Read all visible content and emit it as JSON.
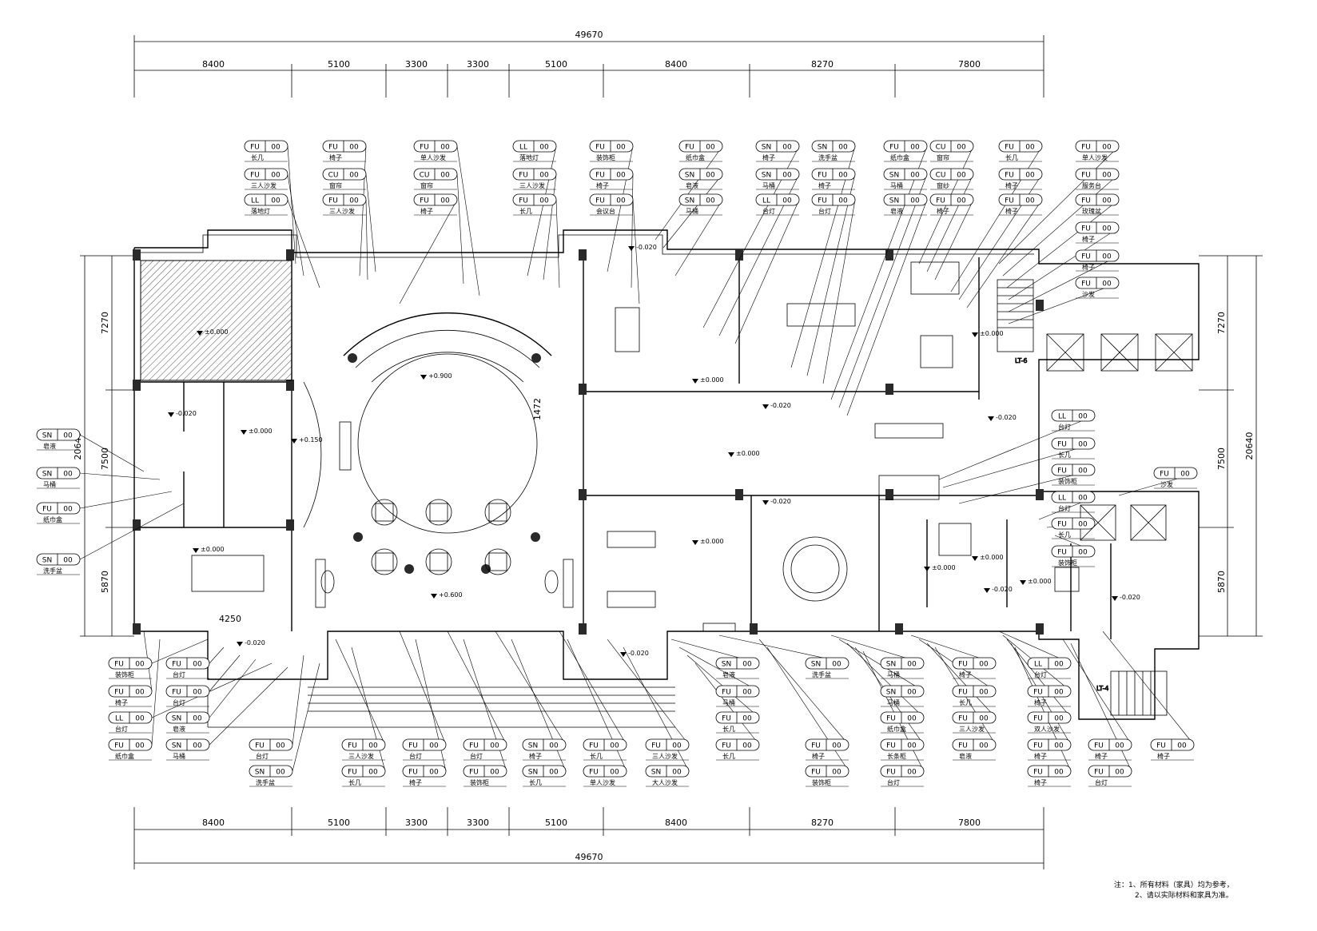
{
  "dimensions": {
    "total": "49670",
    "top_segments": [
      "8400",
      "5100",
      "3300",
      "3300",
      "5100",
      "8400",
      "8270",
      "7800"
    ],
    "bottom_segments": [
      "8400",
      "5100",
      "3300",
      "3300",
      "5100",
      "8400",
      "8270",
      "7800"
    ],
    "left_total": "20640",
    "left_segments": [
      "7270",
      "7500",
      "5870"
    ],
    "right_total": "20640",
    "right_segments": [
      "7270",
      "7500",
      "5870"
    ],
    "inner_1472": "1472",
    "inner_4250": "4250"
  },
  "levels": {
    "l1": "±0.000",
    "l2": "+0.900",
    "l3": "+0.150",
    "l4": "±0.000",
    "l5": "-0.020",
    "l6": "±0.000",
    "l7": "+0.600",
    "l8": "-0.020",
    "l9": "±0.000",
    "l10": "±0.000",
    "l11": "-0.020",
    "l12": "±0.000",
    "l13": "-0.020",
    "l14": "±0.000",
    "l15": "-0.020",
    "l16": "±0.000",
    "l17": "-0.020",
    "l18": "±0.000",
    "l19": "-0.020",
    "l20": "-0.020",
    "l21": "±0.000",
    "l22": "-0.020"
  },
  "lift_labels": {
    "upper": "LT-6",
    "lower": "LT-4"
  },
  "tags": {
    "t01": {
      "code": "FU",
      "num": "00",
      "label": "长几"
    },
    "t02": {
      "code": "FU",
      "num": "00",
      "label": "三人沙发"
    },
    "t03": {
      "code": "LL",
      "num": "00",
      "label": "落地灯"
    },
    "t04": {
      "code": "FU",
      "num": "00",
      "label": "椅子"
    },
    "t05": {
      "code": "CU",
      "num": "00",
      "label": "窗帘"
    },
    "t06": {
      "code": "FU",
      "num": "00",
      "label": "三人沙发"
    },
    "t07": {
      "code": "FU",
      "num": "00",
      "label": "单人沙发"
    },
    "t08": {
      "code": "CU",
      "num": "00",
      "label": "窗帘"
    },
    "t09": {
      "code": "FU",
      "num": "00",
      "label": "椅子"
    },
    "t10": {
      "code": "LL",
      "num": "00",
      "label": "落地灯"
    },
    "t11": {
      "code": "FU",
      "num": "00",
      "label": "三人沙发"
    },
    "t12": {
      "code": "FU",
      "num": "00",
      "label": "长几"
    },
    "t13": {
      "code": "FU",
      "num": "00",
      "label": "装饰柜"
    },
    "t14": {
      "code": "FU",
      "num": "00",
      "label": "椅子"
    },
    "t15": {
      "code": "FU",
      "num": "00",
      "label": "会议台"
    },
    "t16": {
      "code": "FU",
      "num": "00",
      "label": "纸巾盒"
    },
    "t17": {
      "code": "SN",
      "num": "00",
      "label": "皂液"
    },
    "t18": {
      "code": "SN",
      "num": "00",
      "label": "马桶"
    },
    "t19": {
      "code": "SN",
      "num": "00",
      "label": "椅子"
    },
    "t20": {
      "code": "SN",
      "num": "00",
      "label": "马桶"
    },
    "t21": {
      "code": "LL",
      "num": "00",
      "label": "台灯"
    },
    "t22": {
      "code": "SN",
      "num": "00",
      "label": "洗手盆"
    },
    "t23": {
      "code": "FU",
      "num": "00",
      "label": "椅子"
    },
    "t24": {
      "code": "FU",
      "num": "00",
      "label": "台灯"
    },
    "t25": {
      "code": "FU",
      "num": "00",
      "label": "纸巾盒"
    },
    "t26": {
      "code": "SN",
      "num": "00",
      "label": "马桶"
    },
    "t27": {
      "code": "SN",
      "num": "00",
      "label": "皂液"
    },
    "t28": {
      "code": "CU",
      "num": "00",
      "label": "窗帘"
    },
    "t29": {
      "code": "CU",
      "num": "00",
      "label": "窗纱"
    },
    "t30": {
      "code": "FU",
      "num": "00",
      "label": "椅子"
    },
    "t31": {
      "code": "FU",
      "num": "00",
      "label": "长几"
    },
    "t32": {
      "code": "FU",
      "num": "00",
      "label": "椅子"
    },
    "t33": {
      "code": "FU",
      "num": "00",
      "label": "椅子"
    },
    "t34": {
      "code": "FU",
      "num": "00",
      "label": "单人沙发"
    },
    "t35": {
      "code": "FU",
      "num": "00",
      "label": "服务台"
    },
    "t36": {
      "code": "FU",
      "num": "00",
      "label": "玫瑰盆"
    },
    "t37": {
      "code": "FU",
      "num": "00",
      "label": "椅子"
    },
    "t38": {
      "code": "FU",
      "num": "00",
      "label": "椅子"
    },
    "t39": {
      "code": "FU",
      "num": "00",
      "label": "沙发"
    },
    "t40": {
      "code": "LL",
      "num": "00",
      "label": "台灯"
    },
    "t41": {
      "code": "FU",
      "num": "00",
      "label": "长几"
    },
    "t42": {
      "code": "FU",
      "num": "00",
      "label": "装饰柜"
    },
    "tL1": {
      "code": "SN",
      "num": "00",
      "label": "皂液"
    },
    "tL2": {
      "code": "SN",
      "num": "00",
      "label": "马桶"
    },
    "tL3": {
      "code": "FU",
      "num": "00",
      "label": "纸巾盒"
    },
    "tL4": {
      "code": "SN",
      "num": "00",
      "label": "洗手盆"
    },
    "b01": {
      "code": "FU",
      "num": "00",
      "label": "装饰柜"
    },
    "b02": {
      "code": "FU",
      "num": "00",
      "label": "台灯"
    },
    "b03": {
      "code": "FU",
      "num": "00",
      "label": "台灯"
    },
    "b04": {
      "code": "SN",
      "num": "00",
      "label": "皂液"
    },
    "b05": {
      "code": "LL",
      "num": "00",
      "label": "台灯"
    },
    "b06": {
      "code": "SN",
      "num": "00",
      "label": "马桶"
    },
    "b07": {
      "code": "FU",
      "num": "00",
      "label": "椅子"
    },
    "b08": {
      "code": "FU",
      "num": "00",
      "label": "纸巾盒"
    },
    "b09": {
      "code": "FU",
      "num": "00",
      "label": "台灯"
    },
    "b10": {
      "code": "SN",
      "num": "00",
      "label": "洗手盆"
    },
    "b11": {
      "code": "FU",
      "num": "00",
      "label": "三人沙发"
    },
    "b12": {
      "code": "FU",
      "num": "00",
      "label": "长几"
    },
    "b13": {
      "code": "FU",
      "num": "00",
      "label": "台灯"
    },
    "b14": {
      "code": "FU",
      "num": "00",
      "label": "椅子"
    },
    "b15": {
      "code": "FU",
      "num": "00",
      "label": "台灯"
    },
    "b16": {
      "code": "FU",
      "num": "00",
      "label": "装饰柜"
    },
    "b17": {
      "code": "SN",
      "num": "00",
      "label": "椅子"
    },
    "b18": {
      "code": "SN",
      "num": "00",
      "label": "长几"
    },
    "b19": {
      "code": "FU",
      "num": "00",
      "label": "长几"
    },
    "b20": {
      "code": "FU",
      "num": "00",
      "label": "单人沙发"
    },
    "b21": {
      "code": "FU",
      "num": "00",
      "label": "三人沙发"
    },
    "b22": {
      "code": "SN",
      "num": "00",
      "label": "大人沙发"
    },
    "b23": {
      "code": "SN",
      "num": "00",
      "label": "皂液"
    },
    "b24": {
      "code": "FU",
      "num": "00",
      "label": "马桶"
    },
    "b25": {
      "code": "FU",
      "num": "00",
      "label": "长几"
    },
    "b26": {
      "code": "FU",
      "num": "00",
      "label": "长几"
    },
    "b27": {
      "code": "SN",
      "num": "00",
      "label": "洗手盆"
    },
    "b28": {
      "code": "FU",
      "num": "00",
      "label": "椅子"
    },
    "b29": {
      "code": "FU",
      "num": "00",
      "label": "装饰柜"
    },
    "b30": {
      "code": "SN",
      "num": "00",
      "label": "马桶"
    },
    "b31": {
      "code": "SN",
      "num": "00",
      "label": "马桶"
    },
    "b32": {
      "code": "FU",
      "num": "00",
      "label": "纸巾盒"
    },
    "b33": {
      "code": "FU",
      "num": "00",
      "label": "长条柜"
    },
    "b34": {
      "code": "FU",
      "num": "00",
      "label": "台灯"
    },
    "b35": {
      "code": "FU",
      "num": "00",
      "label": "椅子"
    },
    "b36": {
      "code": "FU",
      "num": "00",
      "label": "长几"
    },
    "b37": {
      "code": "FU",
      "num": "00",
      "label": "三人沙发"
    },
    "b38": {
      "code": "FU",
      "num": "00",
      "label": "皂液"
    },
    "b39": {
      "code": "LL",
      "num": "00",
      "label": "台灯"
    },
    "b40": {
      "code": "FU",
      "num": "00",
      "label": "椅子"
    },
    "b41": {
      "code": "FU",
      "num": "00",
      "label": "双人沙发"
    },
    "b42": {
      "code": "FU",
      "num": "00",
      "label": "椅子"
    },
    "b43": {
      "code": "FU",
      "num": "00",
      "label": "椅子"
    },
    "b44": {
      "code": "FU",
      "num": "00",
      "label": "椅子"
    },
    "b45": {
      "code": "FU",
      "num": "00",
      "label": "台灯"
    },
    "b46": {
      "code": "FU",
      "num": "00",
      "label": "椅子"
    },
    "r01": {
      "code": "FU",
      "num": "00",
      "label": "沙发"
    },
    "r02": {
      "code": "LL",
      "num": "00",
      "label": "台灯"
    },
    "r03": {
      "code": "FU",
      "num": "00",
      "label": "长几"
    },
    "r04": {
      "code": "FU",
      "num": "00",
      "label": "装饰柜"
    }
  },
  "notes": {
    "line1": "注：1、所有材料（家具）均为参考，",
    "line2": "2、请以实际材料和家具为准。"
  }
}
